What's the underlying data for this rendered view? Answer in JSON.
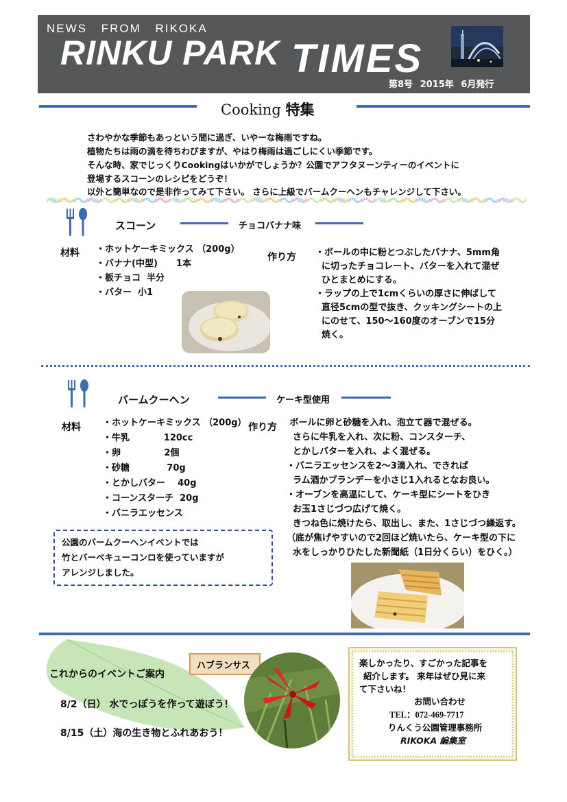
{
  "header": {
    "news_from": "NEWS FROM RIKOKA",
    "park_name": "RINKU PARK",
    "times": "TIMES",
    "issue": "第8号 2015年 6月発行"
  },
  "feature": {
    "title_en": "Cooking",
    "title_ja": "特集"
  },
  "intro": [
    "さわやかな季節もあっという間に過ぎ、いやーな梅雨ですね。",
    "植物たちは雨の滴を待ちわびますが、やはり梅雨は過ごしにくい季節です。",
    "そんな時、家でじっくりCookingはいかがでしょうか？公園でアフタヌーンティーのイベントに",
    "登場するスコーンのレシピをどうぞ！",
    "以外と簡単なので是非作ってみて下さい。 さらに上級でバームクーヘンもチャレンジして下さい。"
  ],
  "scone": {
    "name": "スコーン",
    "variant": "チョコバナナ味",
    "materials_label": "材料",
    "method_label": "作り方",
    "ingredients": [
      "・ホットケーキミックス （200g）",
      "・バナナ(中型)      1本",
      "・板チョコ  半分",
      "・バター  小1"
    ],
    "steps": [
      "・ボールの中に粉とつぶしたバナナ、5mm角",
      "  に切ったチョコレート、バターを入れて混ぜ",
      "  ひとまとめにする。",
      "・ラップの上で1cmくらいの厚さに伸ばして",
      "  直径5cmの型で抜き、クッキングシートの上",
      "  にのせて、150～160度のオーブンで15分",
      "  焼く。"
    ]
  },
  "baum": {
    "name": "バームクーヘン",
    "variant": "ケーキ型使用",
    "materials_label": "材料",
    "method_label": "作り方",
    "ingredients": [
      "・ホットケーキミックス （200g）",
      "・牛乳           120cc",
      "・卵              2個",
      "・砂糖            70g",
      "・とかしバター    40g",
      "・コーンスターチ  20g",
      "・バニラエッセンス"
    ],
    "steps": [
      " ボールに卵と砂糖を入れ、泡立て器で混ぜる。",
      "  さらに牛乳を入れ、次に粉、コンスターチ、",
      "  とかしバターを入れ、よく混ぜる。",
      "・バニラエッセンスを2～3滴入れ、できれば",
      "  ラム酒かブランデーを小さじ1入れるとなお良い。",
      "・オーブンを高温にして、ケーキ型にシートをひき",
      "  お玉1さじづつ広げて焼く。",
      "  きつね色に焼けたら、取出し、また、1さじづつ繰返す。",
      "（底が焦げやすいので2回ほど焼いたら、ケーキ型の下に",
      "  水をしっかりひたした新聞紙（1日分くらい）をひく。）"
    ],
    "note": [
      "公園のバームクーヘンイベントでは",
      "竹とバーベキューコンロを使っていますが",
      "アレンジしました。"
    ]
  },
  "events": {
    "heading": "これからのイベントご案内",
    "items": [
      "8/2（日） 水でっぽうを作って遊ぼう！",
      "8/15（土）海の生き物とふれあおう！"
    ],
    "flower_label": "ハブランサス"
  },
  "contact": {
    "lines": [
      "楽しかったり、すごかった記事を",
      "紹介します。 来年はぜひ見に来",
      "て下さいね！"
    ],
    "heading": "お問い合わせ",
    "tel": "TEL：072-469-7717",
    "office": "りんくう公園管理事務所",
    "editor": "RIKOKA 編集室"
  },
  "colors": {
    "masthead_bg": "#555759",
    "accent_blue": "#3b6bb5"
  }
}
